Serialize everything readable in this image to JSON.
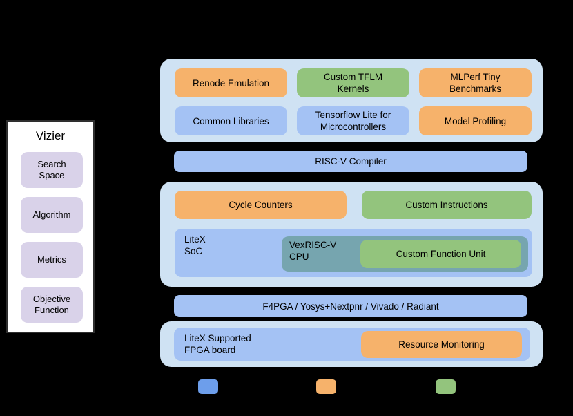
{
  "diagram": {
    "vizier": {
      "title": "Vizier",
      "items": [
        {
          "label": "Search\nSpace"
        },
        {
          "label": "Algorithm"
        },
        {
          "label": "Metrics"
        },
        {
          "label": "Objective\nFunction"
        }
      ]
    },
    "software_layer": {
      "boxes": [
        {
          "label": "Renode Emulation",
          "type": "orange"
        },
        {
          "label": "Custom TFLM\nKernels",
          "type": "green"
        },
        {
          "label": "MLPerf Tiny\nBenchmarks",
          "type": "orange"
        },
        {
          "label": "Common Libraries",
          "type": "blue"
        },
        {
          "label": "Tensorflow Lite for\nMicrocontrollers",
          "type": "blue"
        },
        {
          "label": "Model Profiling",
          "type": "orange"
        }
      ]
    },
    "compiler_bar": {
      "label": "RISC-V Compiler"
    },
    "gateware_layer": {
      "cycle_counters": "Cycle Counters",
      "custom_instructions": "Custom Instructions",
      "litex_soc": "LiteX\nSoC",
      "vexriscv_cpu": "VexRISC-V\nCPU",
      "custom_function_unit": "Custom Function Unit"
    },
    "toolchain_bar": {
      "label": "F4PGA / Yosys+Nextpnr / Vivado / Radiant"
    },
    "hardware_layer": {
      "fpga_board": "LiteX Supported\nFPGA board",
      "resource_monitoring": "Resource Monitoring"
    },
    "legend": {
      "swatches": [
        {
          "name": "blue",
          "color": "#6d9eeb"
        },
        {
          "name": "orange",
          "color": "#f6b26b"
        },
        {
          "name": "green",
          "color": "#93c47d"
        }
      ]
    },
    "colors": {
      "background": "#000000",
      "container": "#cfe2f3",
      "blue_box": "#a4c2f4",
      "orange_box": "#f6b26b",
      "green_box": "#93c47d",
      "teal_box": "#76a5af",
      "purple_box": "#d9d2e9",
      "panel": "#ffffff",
      "text": "#000000"
    }
  }
}
